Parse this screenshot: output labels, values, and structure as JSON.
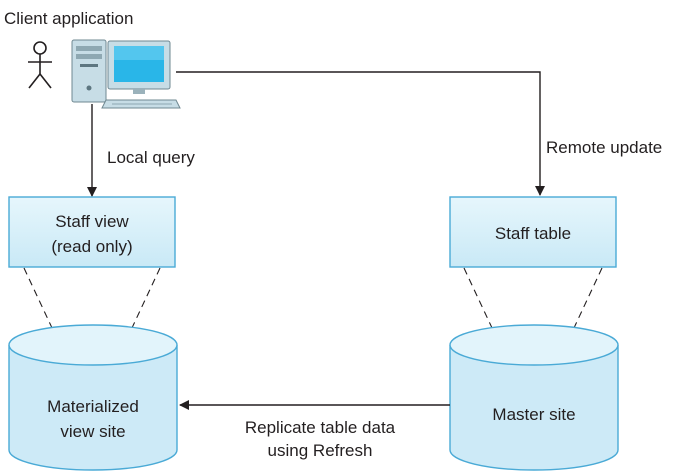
{
  "client": {
    "label": "Client application",
    "user_icon": "stick-figure-user-icon",
    "computer_icon": "desktop-computer-icon"
  },
  "edges": {
    "local_query": "Local query",
    "remote_update": "Remote update",
    "replicate_line1": "Replicate table data",
    "replicate_line2": "using Refresh"
  },
  "nodes": {
    "staff_view_line1": "Staff view",
    "staff_view_line2": "(read only)",
    "staff_table": "Staff table",
    "materialized_line1": "Materialized",
    "materialized_line2": "view site",
    "master_site": "Master site"
  },
  "colors": {
    "box_fill": "#d8f0fa",
    "box_stroke": "#4aaad6",
    "cylinder_fill": "#d8f0fa",
    "line": "#231f20"
  }
}
